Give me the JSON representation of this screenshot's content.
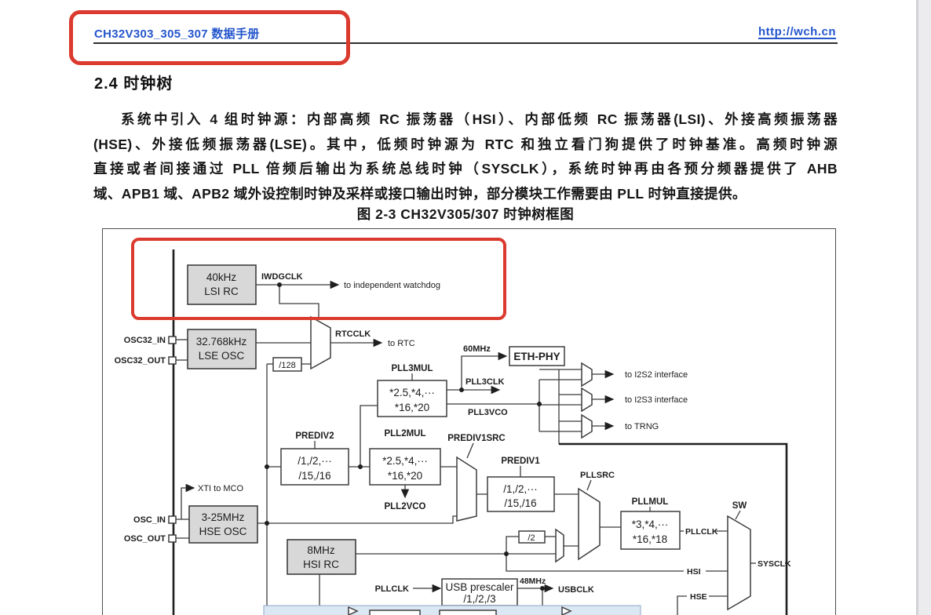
{
  "page": {
    "header_title": "CH32V303_305_307 数据手册",
    "header_link": "http://wch.cn"
  },
  "section": {
    "title": "2.4 时钟树",
    "para_lines": [
      "系统中引入 4 组时钟源：内部高频 RC 振荡器（HSI）、内部低频 RC 振荡器(LSI)、外接高频振荡器",
      "(HSE)、外接低频振荡器(LSE)。其中，低频时钟源为 RTC 和独立看门狗提供了时钟基准。高频时钟源",
      "直接或者间接通过 PLL 倍频后输出为系统总线时钟（SYSCLK），系统时钟再由各预分频器提供了 AHB",
      "域、APB1 域、APB2 域外设控制时钟及采样或接口输出时钟，部分模块工作需要由 PLL 时钟直接提供。"
    ],
    "figure_caption": "图 2-3 CH32V305/307 时钟树框图"
  },
  "diagram": {
    "pins": {
      "osc32_in": "OSC32_IN",
      "osc32_out": "OSC32_OUT",
      "osc_in": "OSC_IN",
      "osc_out": "OSC_OUT"
    },
    "blocks": {
      "lsi": {
        "l1": "40kHz",
        "l2": "LSI RC"
      },
      "lse": {
        "l1": "32.768kHz",
        "l2": "LSE OSC"
      },
      "hse": {
        "l1": "3-25MHz",
        "l2": "HSE OSC"
      },
      "hsi": {
        "l1": "8MHz",
        "l2": "HSI RC"
      },
      "div128": "/128",
      "div2": "/2",
      "eth_phy": "ETH-PHY",
      "pll3mul": {
        "label": "PLL3MUL",
        "l1": "*2.5,*4,···",
        "l2": "*16,*20"
      },
      "prediv2": {
        "label": "PREDIV2",
        "l1": "/1,/2,···",
        "l2": "/15,/16"
      },
      "pll2mul": {
        "label": "PLL2MUL",
        "l1": "*2.5,*4,···",
        "l2": "*16,*20"
      },
      "prediv1": {
        "label": "PREDIV1",
        "l1": "/1,/2,···",
        "l2": "/15,/16"
      },
      "prediv1src_label": "PREDIV1SRC",
      "pllmul": {
        "label": "PLLMUL",
        "l1": "*3,*4,···",
        "l2": "*16,*18"
      },
      "pllsrc_label": "PLLSRC",
      "sw_label": "SW",
      "usb_prescaler": {
        "l1": "USB prescaler",
        "l2": "/1,/2,/3"
      }
    },
    "signals": {
      "iwdgclk": "IWDGCLK",
      "to_watchdog": "to independent watchdog",
      "rtcclk": "RTCCLK",
      "to_rtc": "to RTC",
      "xti_to_mco": "XTI to MCO",
      "mhz60": "60MHz",
      "pll3clk": "PLL3CLK",
      "pll3vco": "PLL3VCO",
      "to_i2s2": "to I2S2 interface",
      "to_i2s3": "to I2S3 interface",
      "to_trng": "to TRNG",
      "pll2vco": "PLL2VCO",
      "pllclk": "PLLCLK",
      "sysclk": "SYSCLK",
      "hsi": "HSI",
      "hse": "HSE",
      "mhz48": "48MHz",
      "usbclk": "USBCLK"
    },
    "colors": {
      "annotation_red": "#db3a2e",
      "link_blue": "#2456cc",
      "block_gray": "#d8d8d8",
      "band_blue": "#dbe7f3"
    }
  }
}
